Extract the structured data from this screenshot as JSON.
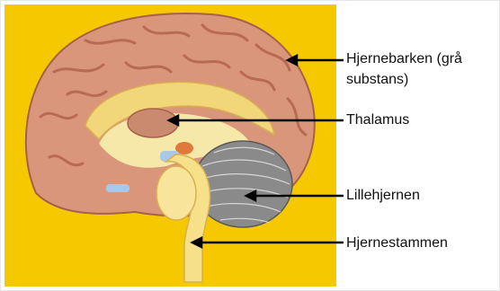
{
  "colors": {
    "background": "#f6c800",
    "cortex": "#d9967a",
    "cortex_fold": "#b86a52",
    "white_matter": "#f2d77a",
    "thalamus": "#c98a70",
    "cerebellum": "#8a8a8a",
    "brainstem": "#f6e08a",
    "arrow": "#000000"
  },
  "labels": {
    "cortex_line1": "Hjernebarken (grå",
    "cortex_line2": "substans)",
    "thalamus": "Thalamus",
    "cerebellum": "Lillehjernen",
    "brainstem": "Hjernestammen"
  }
}
